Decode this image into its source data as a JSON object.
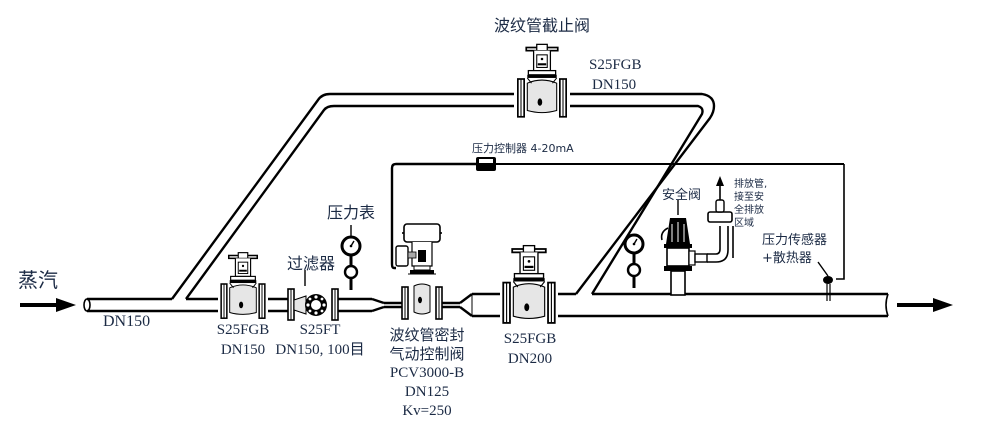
{
  "title": "Steam pressure control valve station diagram",
  "colors": {
    "line": "#000000",
    "text": "#1b2a44",
    "body": "#e6e6e6",
    "background": "#ffffff"
  },
  "flow": {
    "inlet_label": "蒸汽",
    "inlet_pipe_size": "DN150"
  },
  "bypass_valve": {
    "name": "波纹管截止阀",
    "model": "S25FGB",
    "size": "DN150"
  },
  "pressure_controller": {
    "label": "压力控制器 4-20mA"
  },
  "inlet_stop_valve": {
    "model": "S25FGB",
    "size": "DN150"
  },
  "filter": {
    "name": "过滤器",
    "model": "S25FT",
    "spec": "DN150, 100目"
  },
  "pressure_gauge": {
    "name": "压力表"
  },
  "control_valve": {
    "line1": "波纹管密封",
    "line2": "气动控制阀",
    "model": "PCV3000-B",
    "size": "DN125",
    "kv": "Kv=250"
  },
  "outlet_stop_valve": {
    "model": "S25FGB",
    "size": "DN200"
  },
  "safety_valve": {
    "name": "安全阀"
  },
  "discharge_pipe": {
    "line1": "排放管,",
    "line2": "接至安",
    "line3": "全排放",
    "line4": "区域"
  },
  "pressure_sensor": {
    "line1": "压力传感器",
    "line2": "+散热器"
  }
}
